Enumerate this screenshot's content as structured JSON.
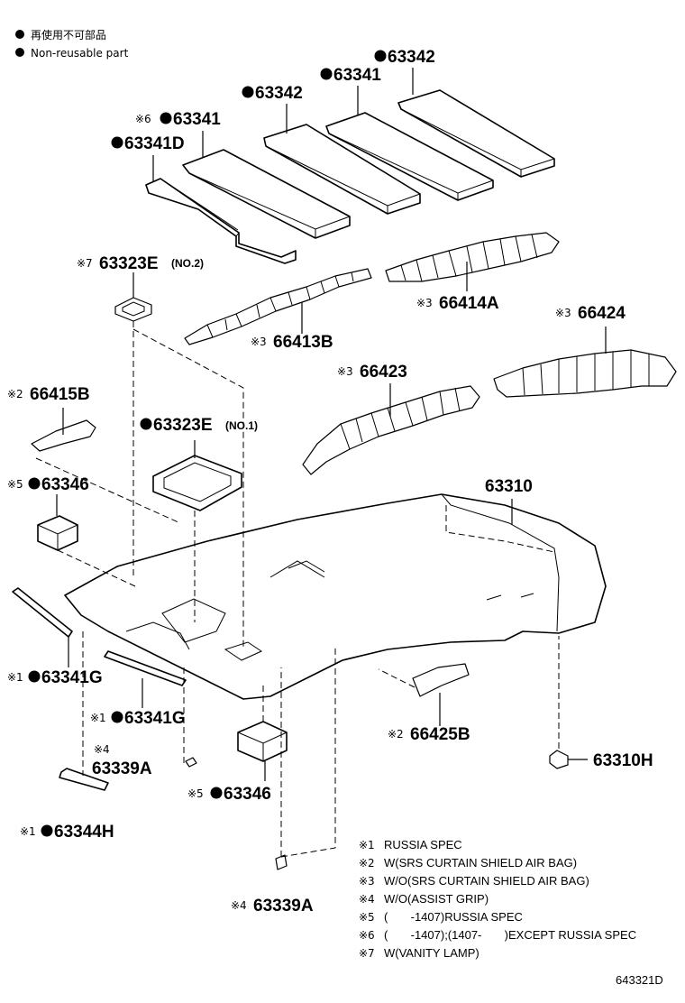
{
  "legend": {
    "ja": "再使用不可部品",
    "en": "Non-reusable part"
  },
  "parts": [
    {
      "id": "p63342_top",
      "mark": "",
      "dot": true,
      "number": "63342",
      "suffix": ""
    },
    {
      "id": "p63341_top",
      "mark": "",
      "dot": true,
      "number": "63341",
      "suffix": ""
    },
    {
      "id": "p63342_mid",
      "mark": "",
      "dot": true,
      "number": "63342",
      "suffix": ""
    },
    {
      "id": "p63341_x6",
      "mark": "※6",
      "dot": true,
      "number": "63341",
      "suffix": ""
    },
    {
      "id": "p63341D",
      "mark": "",
      "dot": true,
      "number": "63341D",
      "suffix": ""
    },
    {
      "id": "p63323E_no2",
      "mark": "※7",
      "dot": false,
      "number": "63323E",
      "suffix": "(NO.2)"
    },
    {
      "id": "p66414A",
      "mark": "※3",
      "dot": false,
      "number": "66414A",
      "suffix": ""
    },
    {
      "id": "p66413B",
      "mark": "※3",
      "dot": false,
      "number": "66413B",
      "suffix": ""
    },
    {
      "id": "p66424",
      "mark": "※3",
      "dot": false,
      "number": "66424",
      "suffix": ""
    },
    {
      "id": "p66423",
      "mark": "※3",
      "dot": false,
      "number": "66423",
      "suffix": ""
    },
    {
      "id": "p66415B",
      "mark": "※2",
      "dot": false,
      "number": "66415B",
      "suffix": ""
    },
    {
      "id": "p63323E_no1",
      "mark": "",
      "dot": true,
      "number": "63323E",
      "suffix": "(NO.1)"
    },
    {
      "id": "p63346_a",
      "mark": "※5",
      "dot": true,
      "number": "63346",
      "suffix": ""
    },
    {
      "id": "p63310",
      "mark": "",
      "dot": false,
      "number": "63310",
      "suffix": ""
    },
    {
      "id": "p63341G_a",
      "mark": "※1",
      "dot": true,
      "number": "63341G",
      "suffix": ""
    },
    {
      "id": "p63341G_b",
      "mark": "※1",
      "dot": true,
      "number": "63341G",
      "suffix": ""
    },
    {
      "id": "p66425B",
      "mark": "※2",
      "dot": false,
      "number": "66425B",
      "suffix": ""
    },
    {
      "id": "p63339A_a",
      "mark": "※4",
      "dot": false,
      "number": "63339A",
      "suffix": ""
    },
    {
      "id": "p63310H",
      "mark": "",
      "dot": false,
      "number": "63310H",
      "suffix": ""
    },
    {
      "id": "p63346_b",
      "mark": "※5",
      "dot": true,
      "number": "63346",
      "suffix": ""
    },
    {
      "id": "p63344H",
      "mark": "※1",
      "dot": true,
      "number": "63344H",
      "suffix": ""
    },
    {
      "id": "p63339A_b",
      "mark": "※4",
      "dot": false,
      "number": "63339A",
      "suffix": ""
    }
  ],
  "notes": [
    {
      "mark": "※1",
      "text": "RUSSIA SPEC"
    },
    {
      "mark": "※2",
      "text": "W(SRS CURTAIN SHIELD AIR BAG)"
    },
    {
      "mark": "※3",
      "text": "W/O(SRS CURTAIN SHIELD AIR BAG)"
    },
    {
      "mark": "※4",
      "text": "W/O(ASSIST GRIP)"
    },
    {
      "mark": "※5",
      "text": "(       -1407)RUSSIA SPEC"
    },
    {
      "mark": "※6",
      "text": "(       -1407);(1407-       )EXCEPT RUSSIA SPEC"
    },
    {
      "mark": "※7",
      "text": "W(VANITY LAMP)"
    }
  ],
  "diagram_code": "643321D"
}
